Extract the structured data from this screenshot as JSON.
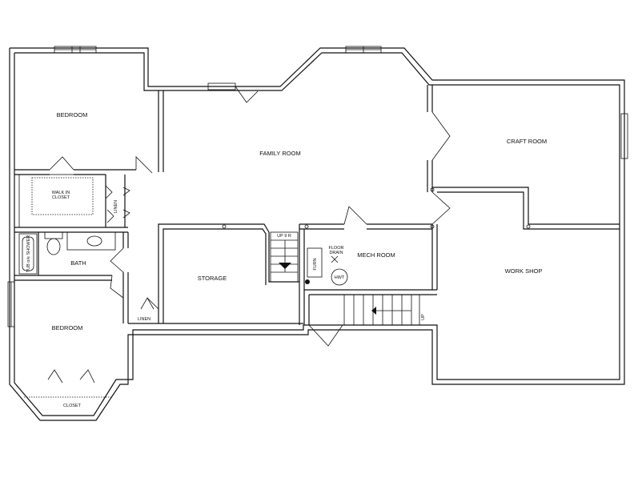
{
  "rooms": {
    "bedroom_top": "BEDROOM",
    "walk_in_closet_line1": "WALK IN",
    "walk_in_closet_line2": "CLOSET",
    "linen_upper": "LINEN",
    "bath": "BATH",
    "tub_shower": "TUB o/e SHOWER",
    "bedroom_bottom": "BEDROOM",
    "closet": "CLOSET",
    "linen_lower": "LINEN",
    "family_room": "FAMILY ROOM",
    "storage": "STORAGE",
    "stair_up_label": "UP 9 R",
    "furnace": "FURN",
    "floor_drain_line1": "FLOOR",
    "floor_drain_line2": "DRAIN",
    "water_heater": "HWT",
    "mech_room": "MECH ROOM",
    "craft_room": "CRAFT ROOM",
    "work_shop": "WORK SHOP",
    "stair_up_right": "UP"
  }
}
